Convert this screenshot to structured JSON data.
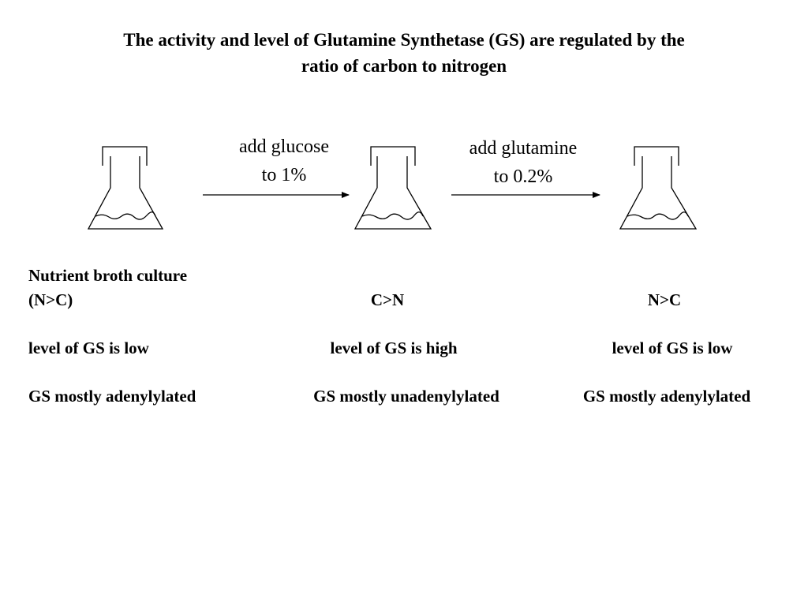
{
  "title": {
    "line1": "The activity and level of Glutamine Synthetase (GS) are regulated by the",
    "line2": "ratio of carbon to nitrogen"
  },
  "steps": [
    {
      "line1": "add glucose",
      "line2": "to 1%"
    },
    {
      "line1": "add glutamine",
      "line2": "to 0.2%"
    }
  ],
  "flasks": [
    {
      "name_line": "Nutrient broth culture",
      "ratio": "(N>C)",
      "gs_level": "level of GS is low",
      "gs_state": "GS mostly adenylylated"
    },
    {
      "ratio": "C>N",
      "gs_level": "level of GS is high",
      "gs_state": "GS mostly unadenylylated"
    },
    {
      "ratio": "N>C",
      "gs_level": "level of GS is low",
      "gs_state": "GS mostly adenylylated"
    }
  ]
}
